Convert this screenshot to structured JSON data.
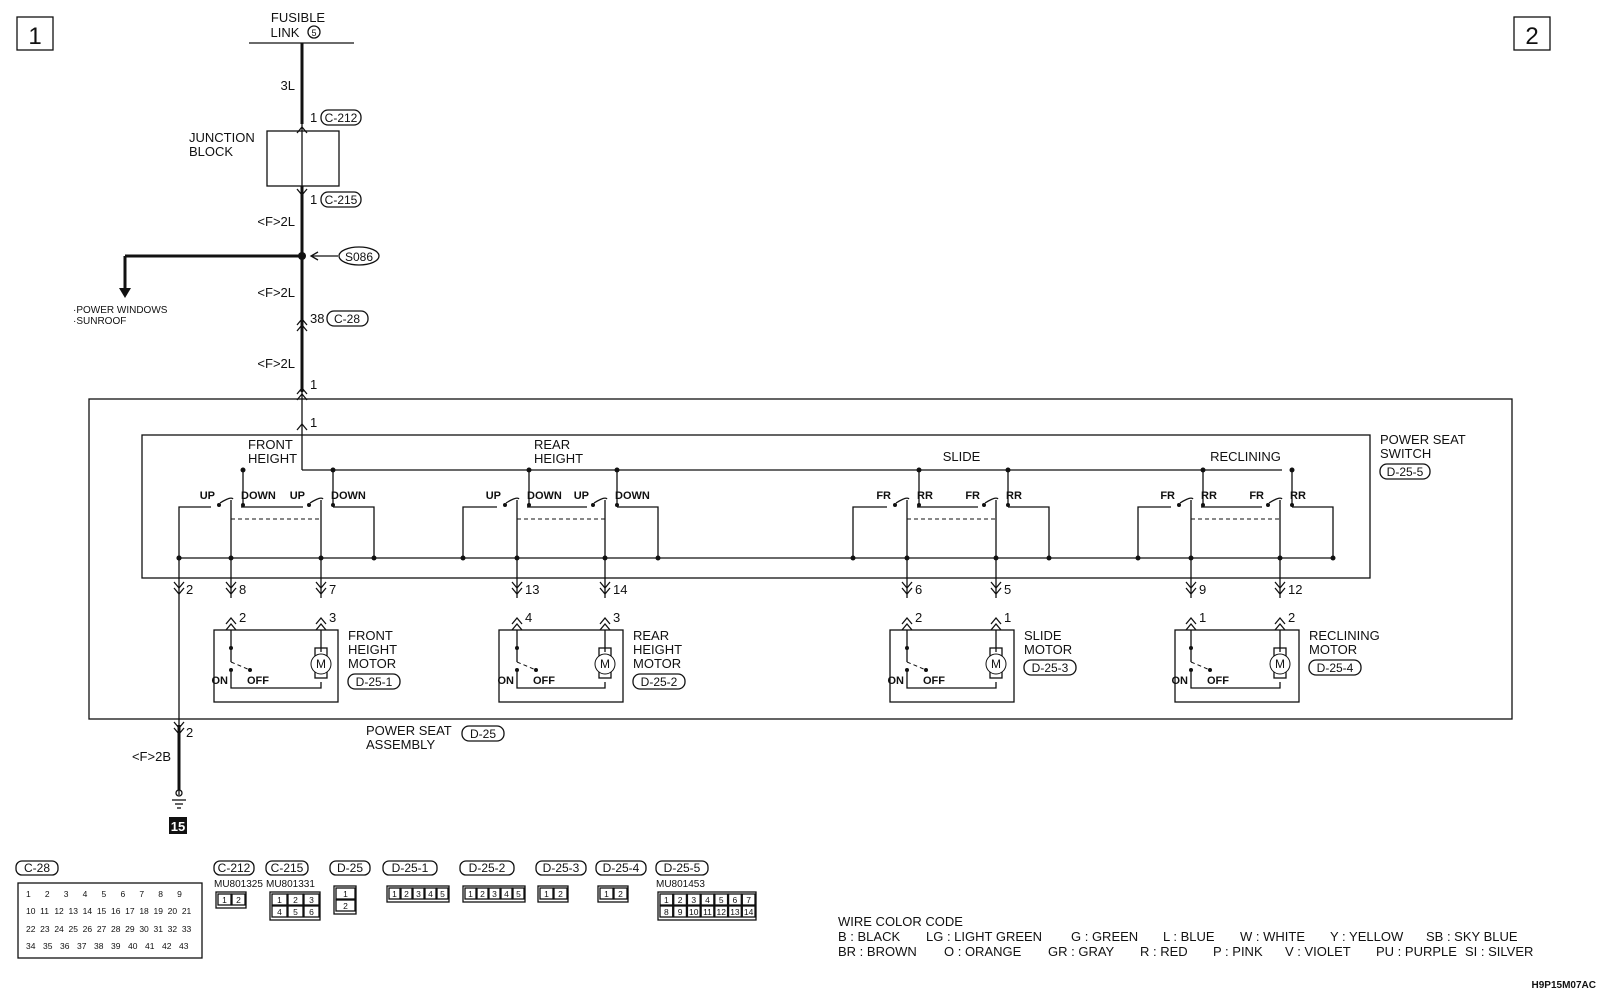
{
  "page_markers": {
    "left": "1",
    "right": "2"
  },
  "fusible_link": {
    "line1": "FUSIBLE",
    "line2": "LINK",
    "number": "5"
  },
  "wires": {
    "top": "3L",
    "f2l_1": "<F>2L",
    "f2l_2": "<F>2L",
    "f2l_3": "<F>2L",
    "ground": "<F>2B"
  },
  "junction_block": {
    "line1": "JUNCTION",
    "line2": "BLOCK",
    "pin_in": "1",
    "conn_in": "C-212",
    "pin_out": "1",
    "conn_out": "C-215"
  },
  "splice": {
    "id": "S086"
  },
  "branch": {
    "line1": "·POWER WINDOWS",
    "line2": "·SUNROOF"
  },
  "c28": {
    "pin": "38",
    "conn": "C-28"
  },
  "assembly_pins": {
    "top_outer": "1",
    "top_inner": "1",
    "ground_inner": "2",
    "ground_outer": "2"
  },
  "switch": {
    "title1": "POWER SEAT",
    "title2": "SWITCH",
    "conn": "D-25-5",
    "groups": [
      {
        "name1": "FRONT",
        "name2": "HEIGHT",
        "a": "UP",
        "b": "DOWN",
        "c": "UP",
        "d": "DOWN",
        "pin1": "8",
        "pin2": "7"
      },
      {
        "name1": "REAR",
        "name2": "HEIGHT",
        "a": "UP",
        "b": "DOWN",
        "c": "UP",
        "d": "DOWN",
        "pin1": "13",
        "pin2": "14"
      },
      {
        "name1": "SLIDE",
        "name2": "",
        "a": "FR",
        "b": "RR",
        "c": "FR",
        "d": "RR",
        "pin1": "6",
        "pin2": "5"
      },
      {
        "name1": "RECLINING",
        "name2": "",
        "a": "FR",
        "b": "RR",
        "c": "FR",
        "d": "RR",
        "pin1": "9",
        "pin2": "12"
      }
    ]
  },
  "motors": [
    {
      "name1": "FRONT",
      "name2": "HEIGHT",
      "name3": "MOTOR",
      "conn": "D-25-1",
      "pin1": "2",
      "pin2": "3",
      "on": "ON",
      "off": "OFF",
      "symbol": "M"
    },
    {
      "name1": "REAR",
      "name2": "HEIGHT",
      "name3": "MOTOR",
      "conn": "D-25-2",
      "pin1": "4",
      "pin2": "3",
      "on": "ON",
      "off": "OFF",
      "symbol": "M"
    },
    {
      "name1": "SLIDE",
      "name2": "MOTOR",
      "name3": "",
      "conn": "D-25-3",
      "pin1": "2",
      "pin2": "1",
      "on": "ON",
      "off": "OFF",
      "symbol": "M"
    },
    {
      "name1": "RECLINING",
      "name2": "MOTOR",
      "name3": "",
      "conn": "D-25-4",
      "pin1": "1",
      "pin2": "2",
      "on": "ON",
      "off": "OFF",
      "symbol": "M"
    }
  ],
  "assembly": {
    "line1": "POWER SEAT",
    "line2": "ASSEMBLY",
    "conn": "D-25"
  },
  "ground_id": "15",
  "connectors": {
    "c28": {
      "name": "C-28",
      "rows": [
        [
          "1",
          "2",
          "3",
          "4",
          "5",
          "6",
          "7",
          "8",
          "9"
        ],
        [
          "10",
          "11",
          "12",
          "13",
          "14",
          "15",
          "16",
          "17",
          "18",
          "19",
          "20",
          "21"
        ],
        [
          "22",
          "23",
          "24",
          "25",
          "26",
          "27",
          "28",
          "29",
          "30",
          "31",
          "32",
          "33"
        ],
        [
          "34",
          "35",
          "36",
          "37",
          "38",
          "39",
          "40",
          "41",
          "42",
          "43"
        ]
      ]
    },
    "c212": {
      "name": "C-212",
      "part": "MU801325",
      "pins": [
        "1",
        "2"
      ]
    },
    "c215": {
      "name": "C-215",
      "part": "MU801331",
      "pins": [
        "1",
        "2",
        "3",
        "4",
        "5",
        "6"
      ]
    },
    "d25": {
      "name": "D-25",
      "pins": [
        "1",
        "2"
      ]
    },
    "d251": {
      "name": "D-25-1",
      "pins": [
        "1",
        "2",
        "3",
        "4",
        "5"
      ]
    },
    "d252": {
      "name": "D-25-2",
      "pins": [
        "1",
        "2",
        "3",
        "4",
        "5"
      ]
    },
    "d253": {
      "name": "D-25-3",
      "pins": [
        "1",
        "2"
      ]
    },
    "d254": {
      "name": "D-25-4",
      "pins": [
        "1",
        "2"
      ]
    },
    "d255": {
      "name": "D-25-5",
      "part": "MU801453",
      "pins": [
        "1",
        "2",
        "3",
        "4",
        "5",
        "6",
        "7",
        "8",
        "9",
        "10",
        "11",
        "12",
        "13",
        "14"
      ]
    }
  },
  "color_code": {
    "title": "WIRE COLOR CODE",
    "row1": [
      "B : BLACK",
      "LG : LIGHT GREEN",
      "G : GREEN",
      "L : BLUE",
      "W : WHITE",
      "Y : YELLOW",
      "SB : SKY BLUE"
    ],
    "row2": [
      "BR : BROWN",
      "O : ORANGE",
      "GR : GRAY",
      "R : RED",
      "P : PINK",
      "V : VIOLET",
      "PU : PURPLE",
      "SI : SILVER"
    ]
  },
  "diagram_code": "H9P15M07AC"
}
